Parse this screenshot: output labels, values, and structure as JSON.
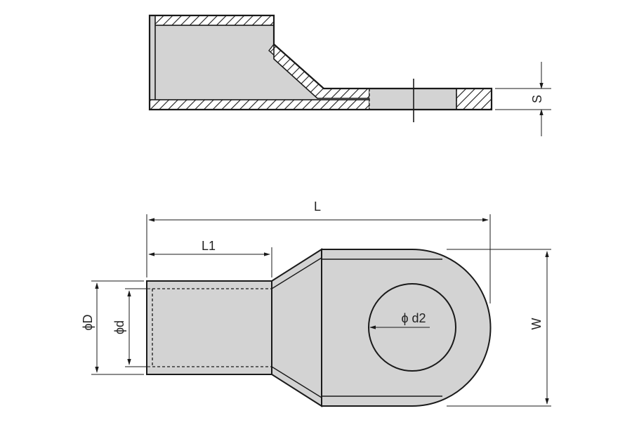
{
  "colors": {
    "fill": "#d3d3d3",
    "stroke": "#1a1a1a",
    "background": "#ffffff"
  },
  "labels": {
    "s": "S",
    "l": "L",
    "l1": "L1",
    "outer_diameter": "ϕD",
    "inner_diameter": "ϕd",
    "hole_diameter": "ϕ d2",
    "w": "W"
  }
}
